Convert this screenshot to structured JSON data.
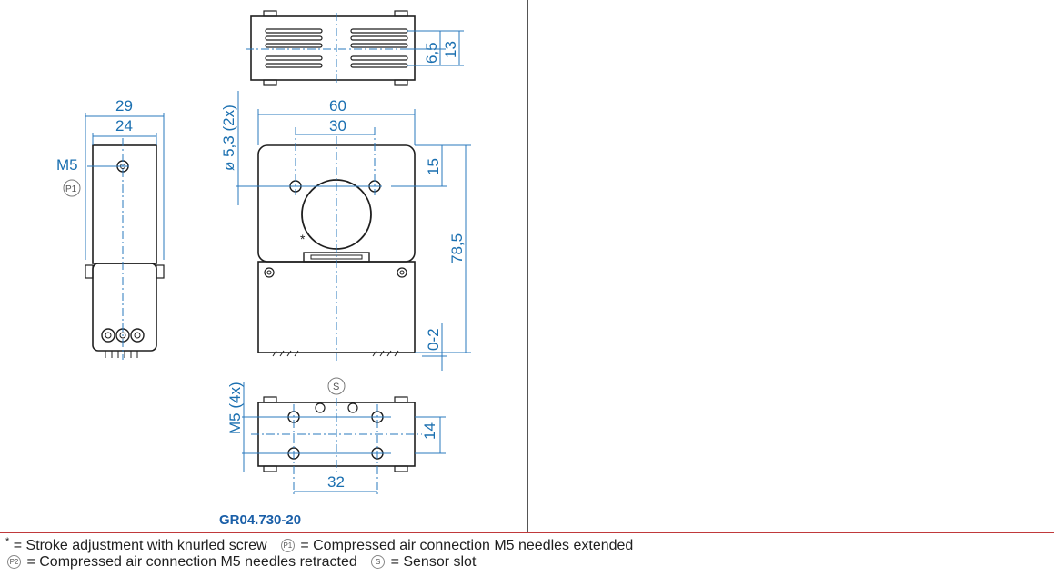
{
  "drawing": {
    "part_number": "GR04.730-20",
    "dimensions": {
      "side_width_outer": "29",
      "side_width_inner": "24",
      "thread_side": "M5",
      "p1_marker": "P1",
      "hole_diameter": "ø 5,3 (2x)",
      "front_width": "60",
      "hole_spacing": "30",
      "top_offset": "15",
      "height": "78,5",
      "stroke": "0-2",
      "asterisk": "*",
      "top_view_spacing_small": "6,5",
      "top_view_height": "13",
      "thread_bottom": "M5 (4x)",
      "s_marker": "S",
      "bottom_hole_spacing": "32",
      "bottom_height": "14"
    }
  },
  "legend": {
    "asterisk_symbol": "*",
    "asterisk_text": "= Stroke adjustment with knurled screw",
    "p1_symbol": "P1",
    "p1_text": "= Compressed air connection M5 needles extended",
    "p2_symbol": "P2",
    "p2_text": "= Compressed air connection M5 needles retracted",
    "s_symbol": "S",
    "s_text": "= Sensor slot"
  },
  "colors": {
    "dimension_blue": "#1a6fb0",
    "outline": "#1f1f1f",
    "divider_red": "#c0393b",
    "part_number_blue": "#1a5fa8"
  }
}
